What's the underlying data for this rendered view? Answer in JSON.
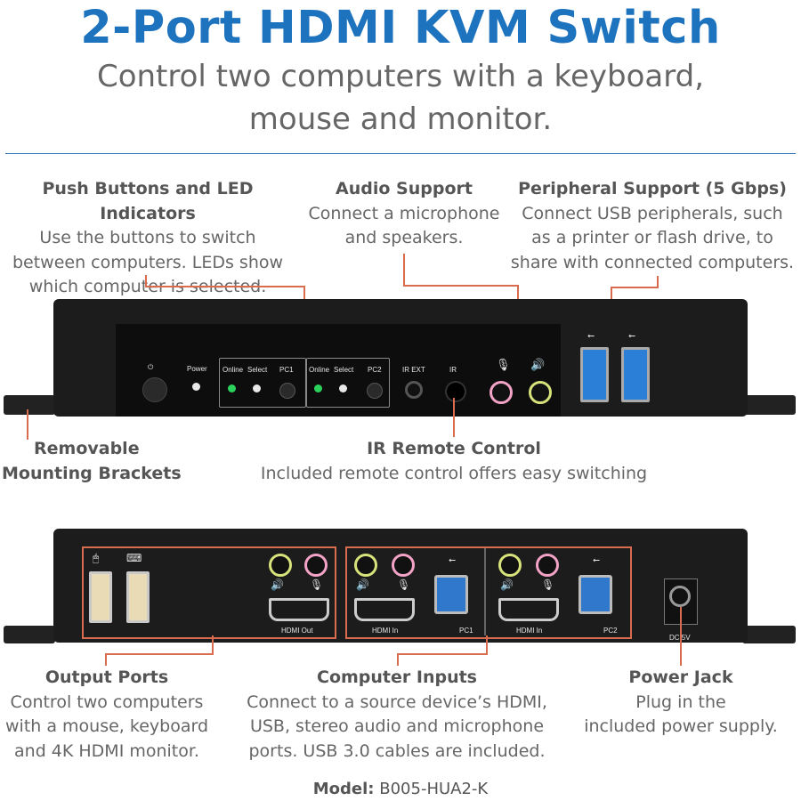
{
  "header": {
    "title": "2-Port HDMI KVM Switch",
    "subtitle_line1": "Control two computers with a keyboard,",
    "subtitle_line2": "mouse and monitor."
  },
  "callouts": {
    "push_buttons": {
      "heading": "Push Buttons and LED Indicators",
      "line1": "Use the buttons to switch",
      "line2": "between computers. LEDs show",
      "line3": "which computer is selected."
    },
    "audio": {
      "heading": "Audio Support",
      "line1": "Connect a microphone",
      "line2": "and speakers."
    },
    "peripheral": {
      "heading": "Peripheral Support (5 Gbps)",
      "line1": "Connect USB peripherals, such",
      "line2": "as a printer or flash drive, to",
      "line3": "share with connected computers."
    },
    "brackets": {
      "line1": "Removable",
      "line2": "Mounting Brackets"
    },
    "ir": {
      "heading": "IR Remote Control",
      "line1": "Included remote control offers easy switching"
    },
    "output": {
      "heading": "Output Ports",
      "line1": "Control two computers",
      "line2": "with a mouse, keyboard",
      "line3": "and 4K HDMI monitor."
    },
    "inputs": {
      "heading": "Computer Inputs",
      "line1": "Connect to a source device’s HDMI,",
      "line2": "USB, stereo audio and microphone",
      "line3": "ports. USB 3.0 cables are included."
    },
    "power": {
      "heading": "Power Jack",
      "line1": "Plug in the",
      "line2": "included power supply."
    }
  },
  "front_panel": {
    "power_label": "Power",
    "online_label": "Online",
    "select_label": "Select",
    "pc1_label": "PC1",
    "pc2_label": "PC2",
    "ir_ext_label": "IR EXT",
    "ir_label": "IR"
  },
  "rear_panel": {
    "hdmi_out_label": "HDMI Out",
    "hdmi_in_label": "HDMI In",
    "pc1_label": "PC1",
    "pc2_label": "PC2",
    "dc_label": "DC 5V"
  },
  "footer": {
    "model_label": "Model:",
    "model_value": "B005-HUA2-K"
  },
  "colors": {
    "title": "#1e73be",
    "callout_line": "#d96b4e",
    "led_green": "#2bd15a",
    "usb3_blue": "#2c7fd6"
  }
}
